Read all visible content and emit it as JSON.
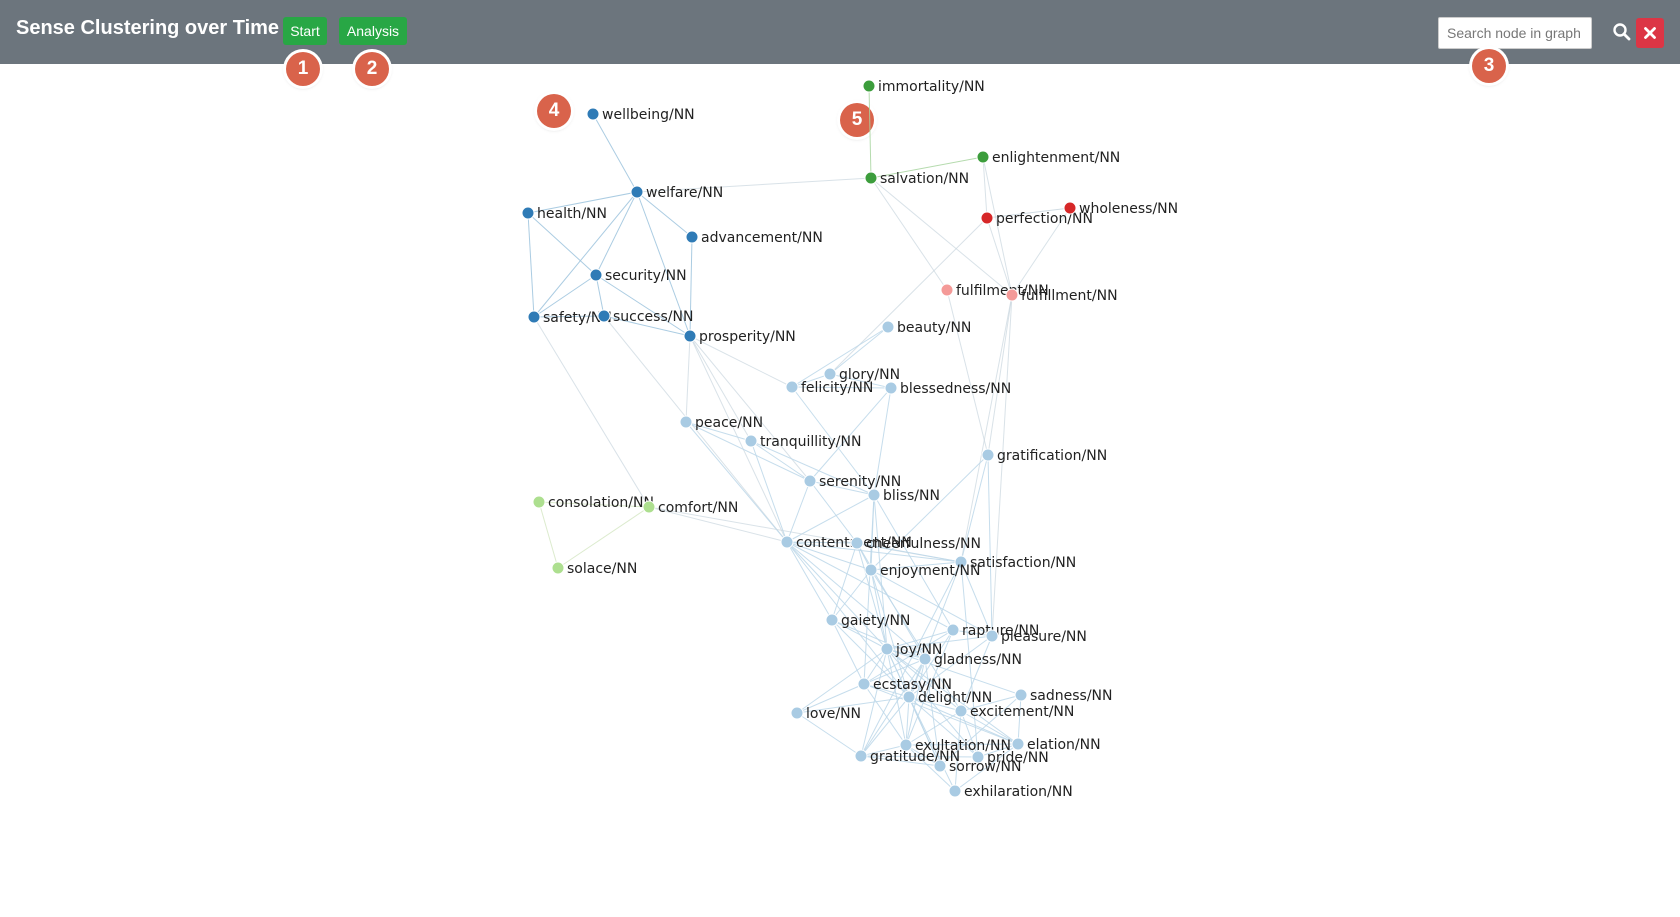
{
  "header": {
    "title": "Sense Clustering over Time",
    "start_label": "Start",
    "analysis_label": "Analysis",
    "search_placeholder": "Search node in graph",
    "search_icon": "search-icon",
    "close_icon": "close-icon"
  },
  "tour_badges": [
    "1",
    "2",
    "3",
    "4",
    "5"
  ],
  "colors": {
    "navbar": "#6c757d",
    "button": "#28a745",
    "close": "#dc3545",
    "badge": "#d9634b",
    "cluster_dark_blue": "#2f7bb6",
    "cluster_light_blue": "#a9cbe3",
    "cluster_green": "#3c9d3c",
    "cluster_red": "#d62728",
    "cluster_pink": "#f49a98",
    "cluster_light_green": "#addf8f"
  },
  "graph": {
    "nodes": [
      {
        "id": "wellbeing/NN",
        "cluster": "dark_blue"
      },
      {
        "id": "welfare/NN",
        "cluster": "dark_blue"
      },
      {
        "id": "health/NN",
        "cluster": "dark_blue"
      },
      {
        "id": "advancement/NN",
        "cluster": "dark_blue"
      },
      {
        "id": "security/NN",
        "cluster": "dark_blue"
      },
      {
        "id": "safety/NN",
        "cluster": "dark_blue"
      },
      {
        "id": "success/NN",
        "cluster": "dark_blue"
      },
      {
        "id": "prosperity/NN",
        "cluster": "dark_blue"
      },
      {
        "id": "immortality/NN",
        "cluster": "green"
      },
      {
        "id": "enlightenment/NN",
        "cluster": "green"
      },
      {
        "id": "salvation/NN",
        "cluster": "green"
      },
      {
        "id": "perfection/NN",
        "cluster": "red"
      },
      {
        "id": "wholeness/NN",
        "cluster": "red"
      },
      {
        "id": "fulfilment/NN",
        "cluster": "pink"
      },
      {
        "id": "fulfillment/NN",
        "cluster": "pink"
      },
      {
        "id": "beauty/NN",
        "cluster": "light_blue"
      },
      {
        "id": "glory/NN",
        "cluster": "light_blue"
      },
      {
        "id": "felicity/NN",
        "cluster": "light_blue"
      },
      {
        "id": "blessedness/NN",
        "cluster": "light_blue"
      },
      {
        "id": "peace/NN",
        "cluster": "light_blue"
      },
      {
        "id": "tranquillity/NN",
        "cluster": "light_blue"
      },
      {
        "id": "gratification/NN",
        "cluster": "light_blue"
      },
      {
        "id": "serenity/NN",
        "cluster": "light_blue"
      },
      {
        "id": "bliss/NN",
        "cluster": "light_blue"
      },
      {
        "id": "consolation/NN",
        "cluster": "light_green"
      },
      {
        "id": "comfort/NN",
        "cluster": "light_green"
      },
      {
        "id": "solace/NN",
        "cluster": "light_green"
      },
      {
        "id": "contentment/NN",
        "cluster": "light_blue"
      },
      {
        "id": "cheerfulness/NN",
        "cluster": "light_blue"
      },
      {
        "id": "satisfaction/NN",
        "cluster": "light_blue"
      },
      {
        "id": "enjoyment/NN",
        "cluster": "light_blue"
      },
      {
        "id": "gaiety/NN",
        "cluster": "light_blue"
      },
      {
        "id": "rapture/NN",
        "cluster": "light_blue"
      },
      {
        "id": "pleasure/NN",
        "cluster": "light_blue"
      },
      {
        "id": "joy/NN",
        "cluster": "light_blue"
      },
      {
        "id": "gladness/NN",
        "cluster": "light_blue"
      },
      {
        "id": "ecstasy/NN",
        "cluster": "light_blue"
      },
      {
        "id": "sadness/NN",
        "cluster": "light_blue"
      },
      {
        "id": "delight/NN",
        "cluster": "light_blue"
      },
      {
        "id": "excitement/NN",
        "cluster": "light_blue"
      },
      {
        "id": "love/NN",
        "cluster": "light_blue"
      },
      {
        "id": "exultation/NN",
        "cluster": "light_blue"
      },
      {
        "id": "elation/NN",
        "cluster": "light_blue"
      },
      {
        "id": "gratitude/NN",
        "cluster": "light_blue"
      },
      {
        "id": "pride/NN",
        "cluster": "light_blue"
      },
      {
        "id": "sorrow/NN",
        "cluster": "light_blue"
      },
      {
        "id": "exhilaration/NN",
        "cluster": "light_blue"
      }
    ]
  }
}
